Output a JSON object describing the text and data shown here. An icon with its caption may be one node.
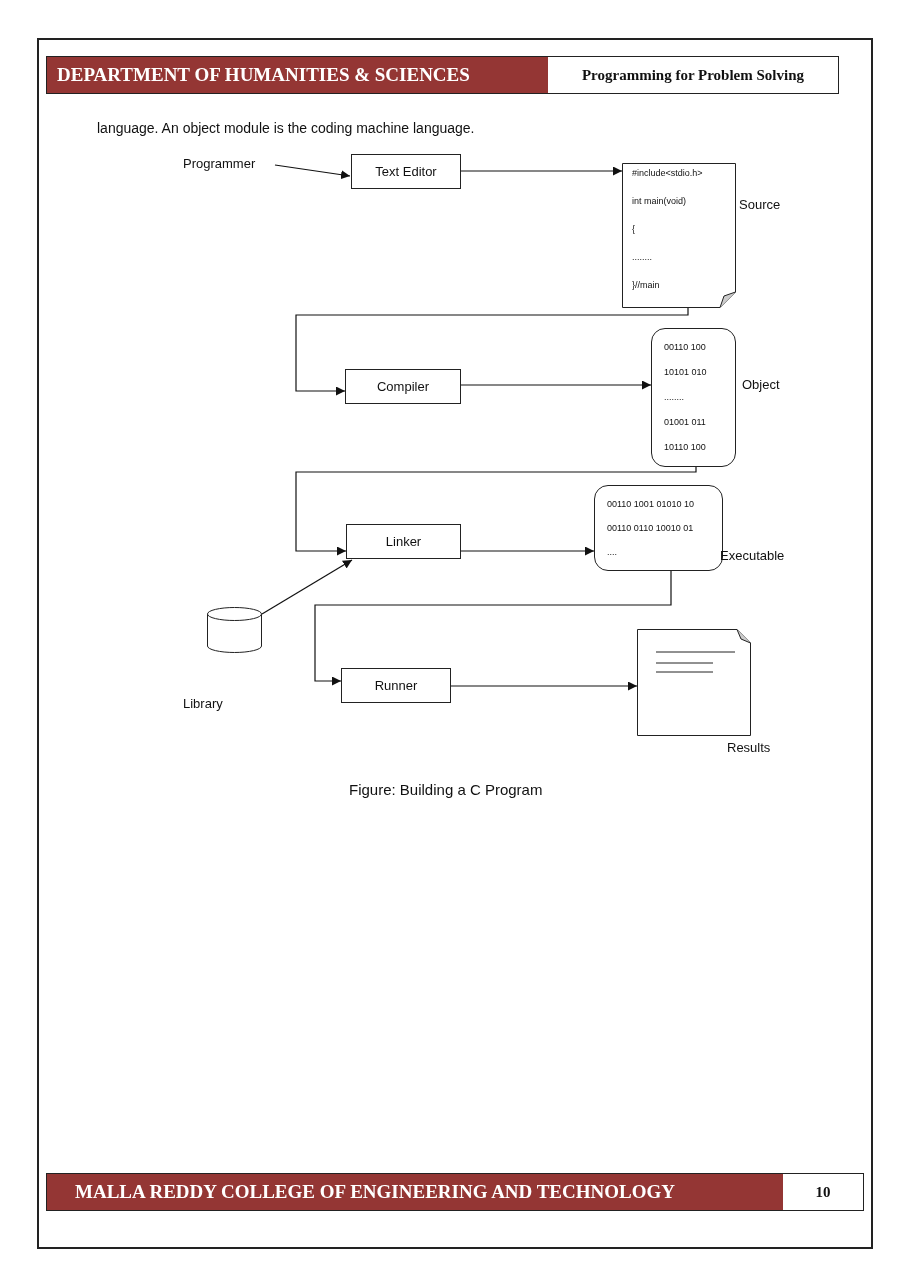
{
  "diagram": {
    "caption": "Figure: Building a C Program",
    "nodes": [
      {
        "text": [
          "Programmer"
        ]
      },
      {
        "text": [
          "Text Editor"
        ]
      },
      {
        "text": [
          "#include<stdio.h>",
          "int main(void)",
          "{",
          "........",
          "}//main"
        ],
        "beside": [
          "Source"
        ]
      },
      {
        "text": [
          "Compiler"
        ]
      },
      {
        "text": [
          "00110 100",
          "10101 010",
          "........",
          "01001 011",
          "10110 100"
        ],
        "beside": [
          "Object"
        ]
      },
      {
        "text": [
          "Linker"
        ]
      },
      {
        "text": [
          "00110 1001 01010 10",
          "00110 0110 10010 01",
          "...."
        ],
        "beside": [
          "Executable"
        ]
      },
      {
        "text": [],
        "shape": "cylinder",
        "beside": [
          "Library"
        ]
      },
      {
        "text": [
          "Runner"
        ]
      },
      {
        "text": [],
        "shape": "document",
        "beside": [
          "Results"
        ]
      }
    ],
    "edges": [
      {
        "from": 0,
        "to": 1,
        "arrow": "to"
      },
      {
        "from": 1,
        "to": 2,
        "arrow": "to"
      },
      {
        "from": 2,
        "to": 3,
        "arrow": "to"
      },
      {
        "from": 3,
        "to": 4,
        "arrow": "to"
      },
      {
        "from": 4,
        "to": 5,
        "arrow": "to"
      },
      {
        "from": 5,
        "to": 6,
        "arrow": "to"
      },
      {
        "from": 7,
        "to": 5,
        "arrow": "to"
      },
      {
        "from": 6,
        "to": 8,
        "arrow": "to"
      },
      {
        "from": 8,
        "to": 9,
        "arrow": "to"
      }
    ],
    "labels": [
      "DEPARTMENT OF HUMANITIES & SCIENCES",
      "Programming for Problem Solving",
      "language. An object module is the coding machine language.",
      "MALLA REDDY COLLEGE OF ENGINEERING AND TECHNOLOGY",
      "10"
    ]
  }
}
